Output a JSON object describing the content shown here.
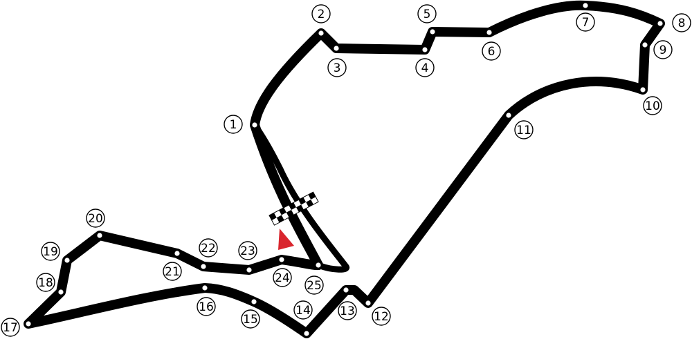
{
  "corners": [
    {
      "number": "1"
    },
    {
      "number": "2"
    },
    {
      "number": "3"
    },
    {
      "number": "4"
    },
    {
      "number": "5"
    },
    {
      "number": "6"
    },
    {
      "number": "7"
    },
    {
      "number": "8"
    },
    {
      "number": "9"
    },
    {
      "number": "10"
    },
    {
      "number": "11"
    },
    {
      "number": "12"
    },
    {
      "number": "13"
    },
    {
      "number": "14"
    },
    {
      "number": "15"
    },
    {
      "number": "16"
    },
    {
      "number": "17"
    },
    {
      "number": "18"
    },
    {
      "number": "19"
    },
    {
      "number": "20"
    },
    {
      "number": "21"
    },
    {
      "number": "22"
    },
    {
      "number": "23"
    },
    {
      "number": "24"
    },
    {
      "number": "25"
    }
  ],
  "colors": {
    "track": "#000000",
    "start_marker": "#d9262e",
    "checker_dark": "#000000",
    "checker_light": "#ffffff"
  }
}
